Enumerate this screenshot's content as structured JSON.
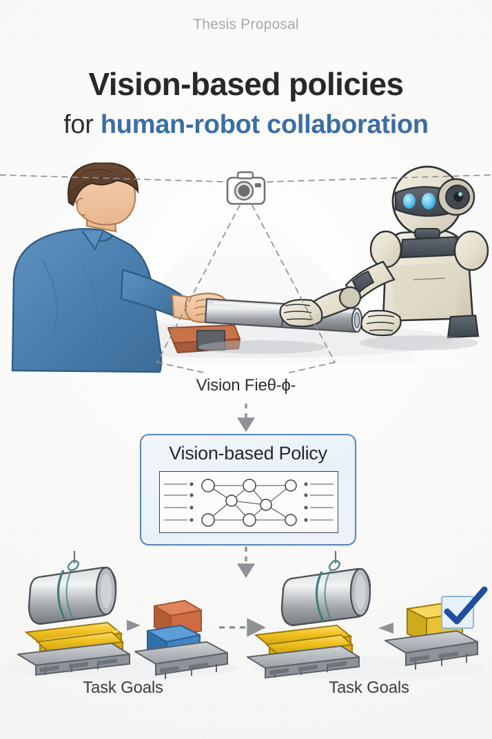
{
  "page": {
    "background": "#fbfbfa",
    "accent_blue": "#3a6ea5",
    "title_color": "#26292b"
  },
  "header": {
    "eyebrow": "Thesis Proposal",
    "title_line1": "Vision-based policies",
    "title_line2_prefix": "for ",
    "title_line2_accent": "human-robot collaboration"
  },
  "scene": {
    "camera_icon": "camera-icon",
    "vision_field_label": "Vision Fieθ-ɸ-",
    "human_label": "human-worker",
    "robot_label": "humanoid-robot",
    "shared_object": "metal-pipe",
    "colors": {
      "human_shirt": "#4a7fb0",
      "robot_body": "#e8e4d4",
      "robot_eye": "#63c8f0",
      "pipe": "#9a9ea2",
      "vision_cone": "#8d9095"
    }
  },
  "policy": {
    "label": "Vision-based Policy",
    "network": {
      "input_lines": 4,
      "output_lines": 4,
      "layers": [
        3,
        2,
        3
      ],
      "node_fill": "#ffffff",
      "node_stroke": "#3a3f45"
    },
    "border_color": "#5b86b8"
  },
  "task_panels": [
    {
      "caption": "Task Goals",
      "items": [
        {
          "name": "hoisted-pipe",
          "color": "#9a9ea2"
        },
        {
          "name": "yellow-bars-pallet",
          "color": "#f2c321"
        },
        {
          "name": "orange-box",
          "color": "#d9703f"
        },
        {
          "name": "blue-box",
          "color": "#3e86c6"
        }
      ],
      "inner_arrow": "right"
    },
    {
      "caption": "Task Goals",
      "items": [
        {
          "name": "hoisted-pipe",
          "color": "#9a9ea2"
        },
        {
          "name": "yellow-bars-pallet",
          "color": "#f2c321"
        },
        {
          "name": "yellow-box",
          "color": "#f0cb3c"
        },
        {
          "name": "checkmark",
          "color": "#1f4e9c"
        }
      ],
      "inner_arrow": "left"
    }
  ],
  "flow": {
    "arrow_color": "#8e9195",
    "arrow_scene_to_policy": "down",
    "arrow_policy_to_tasks": "down",
    "arrow_between_panels": "right"
  }
}
